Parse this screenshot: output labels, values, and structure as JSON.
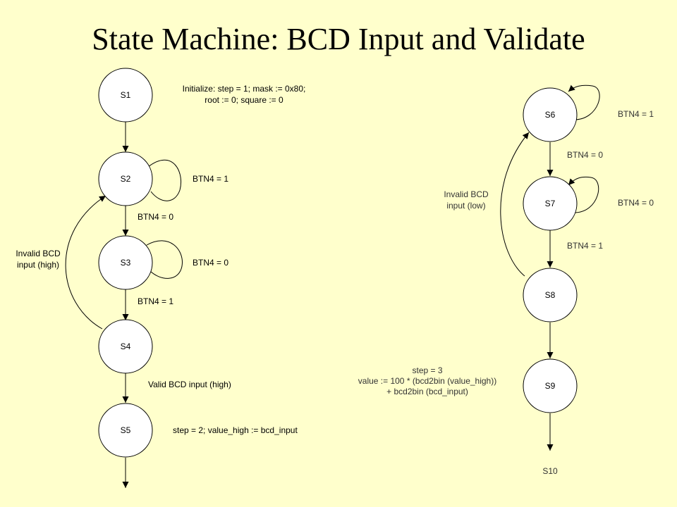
{
  "title": "State Machine: BCD Input and Validate",
  "states": {
    "s1": "S1",
    "s2": "S2",
    "s3": "S3",
    "s4": "S4",
    "s5": "S5",
    "s6": "S6",
    "s7": "S7",
    "s8": "S8",
    "s9": "S9",
    "s10": "S10"
  },
  "notes": {
    "s1_line1": "Initialize:  step = 1; mask := 0x80;",
    "s1_line2": "root := 0; square := 0",
    "s5": "step = 2; value_high := bcd_input",
    "s9_line1": "step = 3",
    "s9_line2": "value := 100 * (bcd2bin (value_high))",
    "s9_line3": "+ bcd2bin (bcd_input)"
  },
  "transitions": {
    "s2_self": "BTN4 = 1",
    "s2_s3": "BTN4 = 0",
    "s3_self": "BTN4 = 0",
    "s3_s4": "BTN4 = 1",
    "s4_s2_line1": "Invalid BCD",
    "s4_s2_line2": "input (high)",
    "s4_s5": "Valid BCD input (high)",
    "s6_self": "BTN4 = 1",
    "s6_s7": "BTN4 = 0",
    "s7_self": "BTN4 = 0",
    "s7_s8": "BTN4 = 1",
    "s8_s6_line1": "Invalid BCD",
    "s8_s6_line2": "input (low)"
  }
}
